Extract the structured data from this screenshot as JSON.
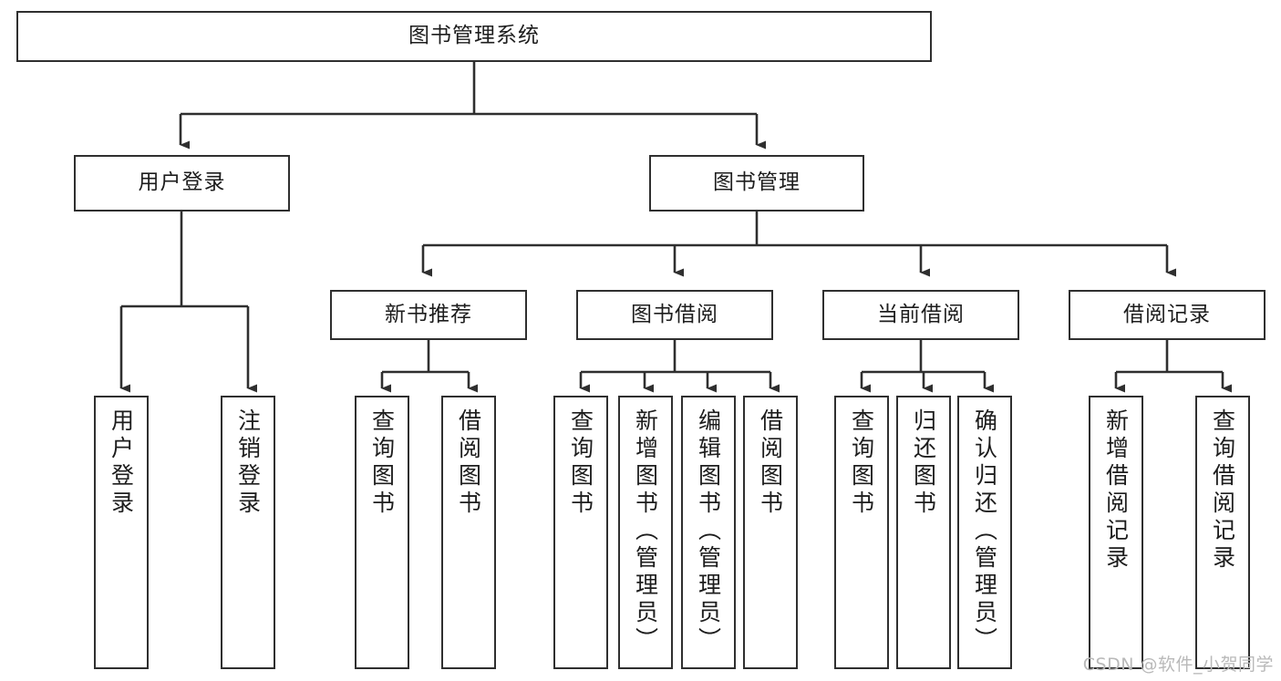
{
  "diagram": {
    "type": "hierarchy-tree",
    "title": "图书管理系统",
    "watermark": "CSDN @软件_小贺同学",
    "colors": {
      "box_border": "#2f2f2f",
      "box_fill": "#ffffff",
      "connector": "#2f2f2f",
      "text": "#1d1d1d",
      "background": "#ffffff",
      "watermark": "#b9b9b9"
    },
    "levels": {
      "root": {
        "label": "图书管理系统"
      },
      "level2": [
        {
          "label": "用户登录"
        },
        {
          "label": "图书管理"
        }
      ],
      "level3": [
        {
          "label": "新书推荐"
        },
        {
          "label": "图书借阅"
        },
        {
          "label": "当前借阅"
        },
        {
          "label": "借阅记录"
        }
      ],
      "leaves": {
        "user_login": [
          {
            "label": "用户登录"
          },
          {
            "label": "注销登录"
          }
        ],
        "new_book_recommend": [
          {
            "label": "查询图书"
          },
          {
            "label": "借阅图书"
          }
        ],
        "book_borrow": [
          {
            "label": "查询图书"
          },
          {
            "label": "新增图书（管理员）"
          },
          {
            "label": "编辑图书（管理员）"
          },
          {
            "label": "借阅图书"
          }
        ],
        "current_borrow": [
          {
            "label": "查询图书"
          },
          {
            "label": "归还图书"
          },
          {
            "label": "确认归还（管理员）"
          }
        ],
        "borrow_record": [
          {
            "label": "新增借阅记录"
          },
          {
            "label": "查询借阅记录"
          }
        ]
      }
    }
  }
}
